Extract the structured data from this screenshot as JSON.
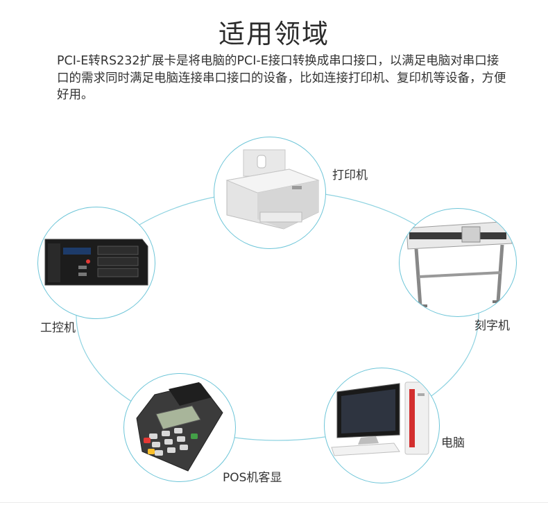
{
  "title": "适用领域",
  "description": "PCI-E转RS232扩展卡是将电脑的PCI-E接口转换成串口接口，以满足电脑对串口接口的需求同时满足电脑连接串口接口的设备，比如连接打印机、复印机等设备，方便好用。",
  "devices": [
    {
      "label": "打印机",
      "icon": "printer-icon"
    },
    {
      "label": "刻字机",
      "icon": "cutting-plotter-icon"
    },
    {
      "label": "电脑",
      "icon": "desktop-computer-icon"
    },
    {
      "label": "POS机客显",
      "icon": "pos-terminal-icon"
    },
    {
      "label": "工控机",
      "icon": "industrial-pc-icon"
    }
  ],
  "colors": {
    "ring": "#6dc5d8",
    "title": "#2b2b2b",
    "text": "#333333"
  }
}
